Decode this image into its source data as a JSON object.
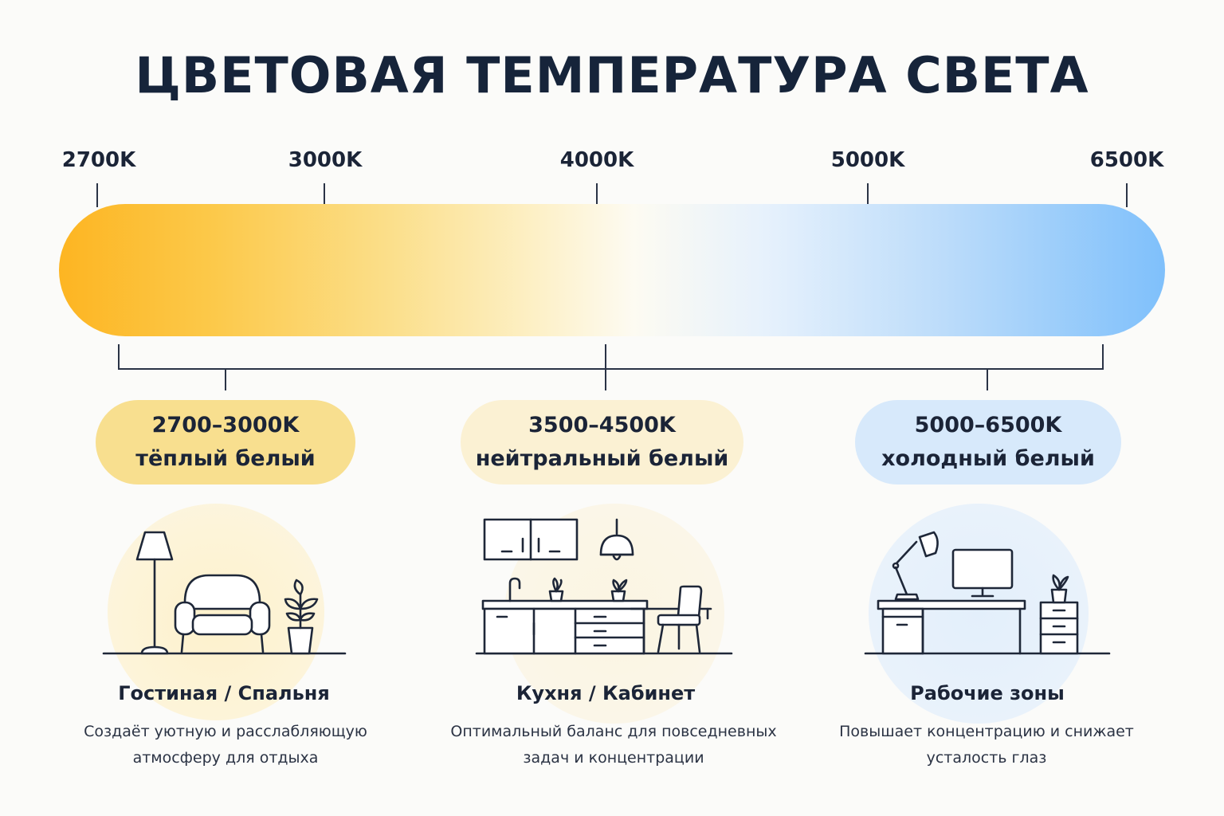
{
  "title": "ЦВЕТОВАЯ ТЕМПЕРАТУРА СВЕТА",
  "scale": {
    "min_k": 2700,
    "max_k": 6500,
    "ticks": [
      {
        "value": 2700,
        "label": "2700K"
      },
      {
        "value": 3000,
        "label": "3000K"
      },
      {
        "value": 4000,
        "label": "4000K"
      },
      {
        "value": 5000,
        "label": "5000K"
      },
      {
        "value": 6500,
        "label": "6500K"
      }
    ],
    "gradient_colors": [
      "#fdb522",
      "#fdfbf2",
      "#7fc0fb"
    ]
  },
  "ranges": [
    {
      "range": "2700–3000K",
      "name": "тёплый белый",
      "color": "#f8df8f"
    },
    {
      "range": "3500–4500K",
      "name": "нейтральный белый",
      "color": "#fbf1d3"
    },
    {
      "range": "5000–6500K",
      "name": "холодный белый",
      "color": "#d7e9fb"
    }
  ],
  "rooms": [
    {
      "title": "Гостиная / Спальня",
      "desc_line1": "Создаёт уютную и расслабляющую",
      "desc_line2": "атмосферу для отдыха",
      "icon": "living-room-icon"
    },
    {
      "title": "Кухня / Кабинет",
      "desc_line1": "Оптимальный баланс для повседневных",
      "desc_line2": "задач и концентрации",
      "icon": "kitchen-icon"
    },
    {
      "title": "Рабочие зоны",
      "desc_line1": "Повышает концентрацию и снижает",
      "desc_line2": "усталость глаз",
      "icon": "workspace-icon"
    }
  ]
}
